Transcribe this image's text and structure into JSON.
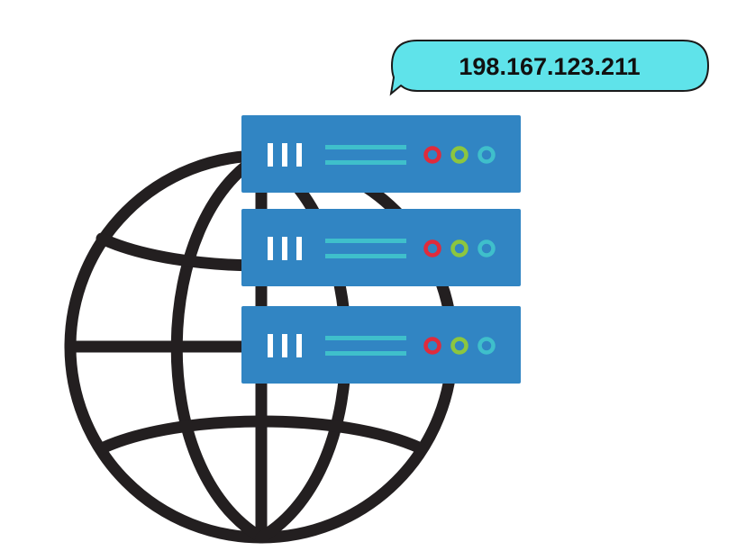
{
  "ip_bubble": {
    "address": "198.167.123.211"
  },
  "colors": {
    "globe_stroke": "#231f20",
    "server_body": "#3185c3",
    "server_lines": "#3fbfcb",
    "server_slots": "#ffffff",
    "led_red": "#e02b3c",
    "led_green": "#8cc63f",
    "led_cyan": "#3fbfcb",
    "bubble_fill": "#5fe3ea",
    "bubble_stroke": "#1a1a1a",
    "text": "#111111",
    "background": "#ffffff"
  },
  "icons": [
    "globe-icon",
    "server-rack-icon",
    "speech-bubble-icon"
  ],
  "servers": [
    {
      "leds": [
        "led_red",
        "led_green",
        "led_cyan"
      ]
    },
    {
      "leds": [
        "led_red",
        "led_green",
        "led_cyan"
      ]
    },
    {
      "leds": [
        "led_red",
        "led_green",
        "led_cyan"
      ]
    }
  ]
}
